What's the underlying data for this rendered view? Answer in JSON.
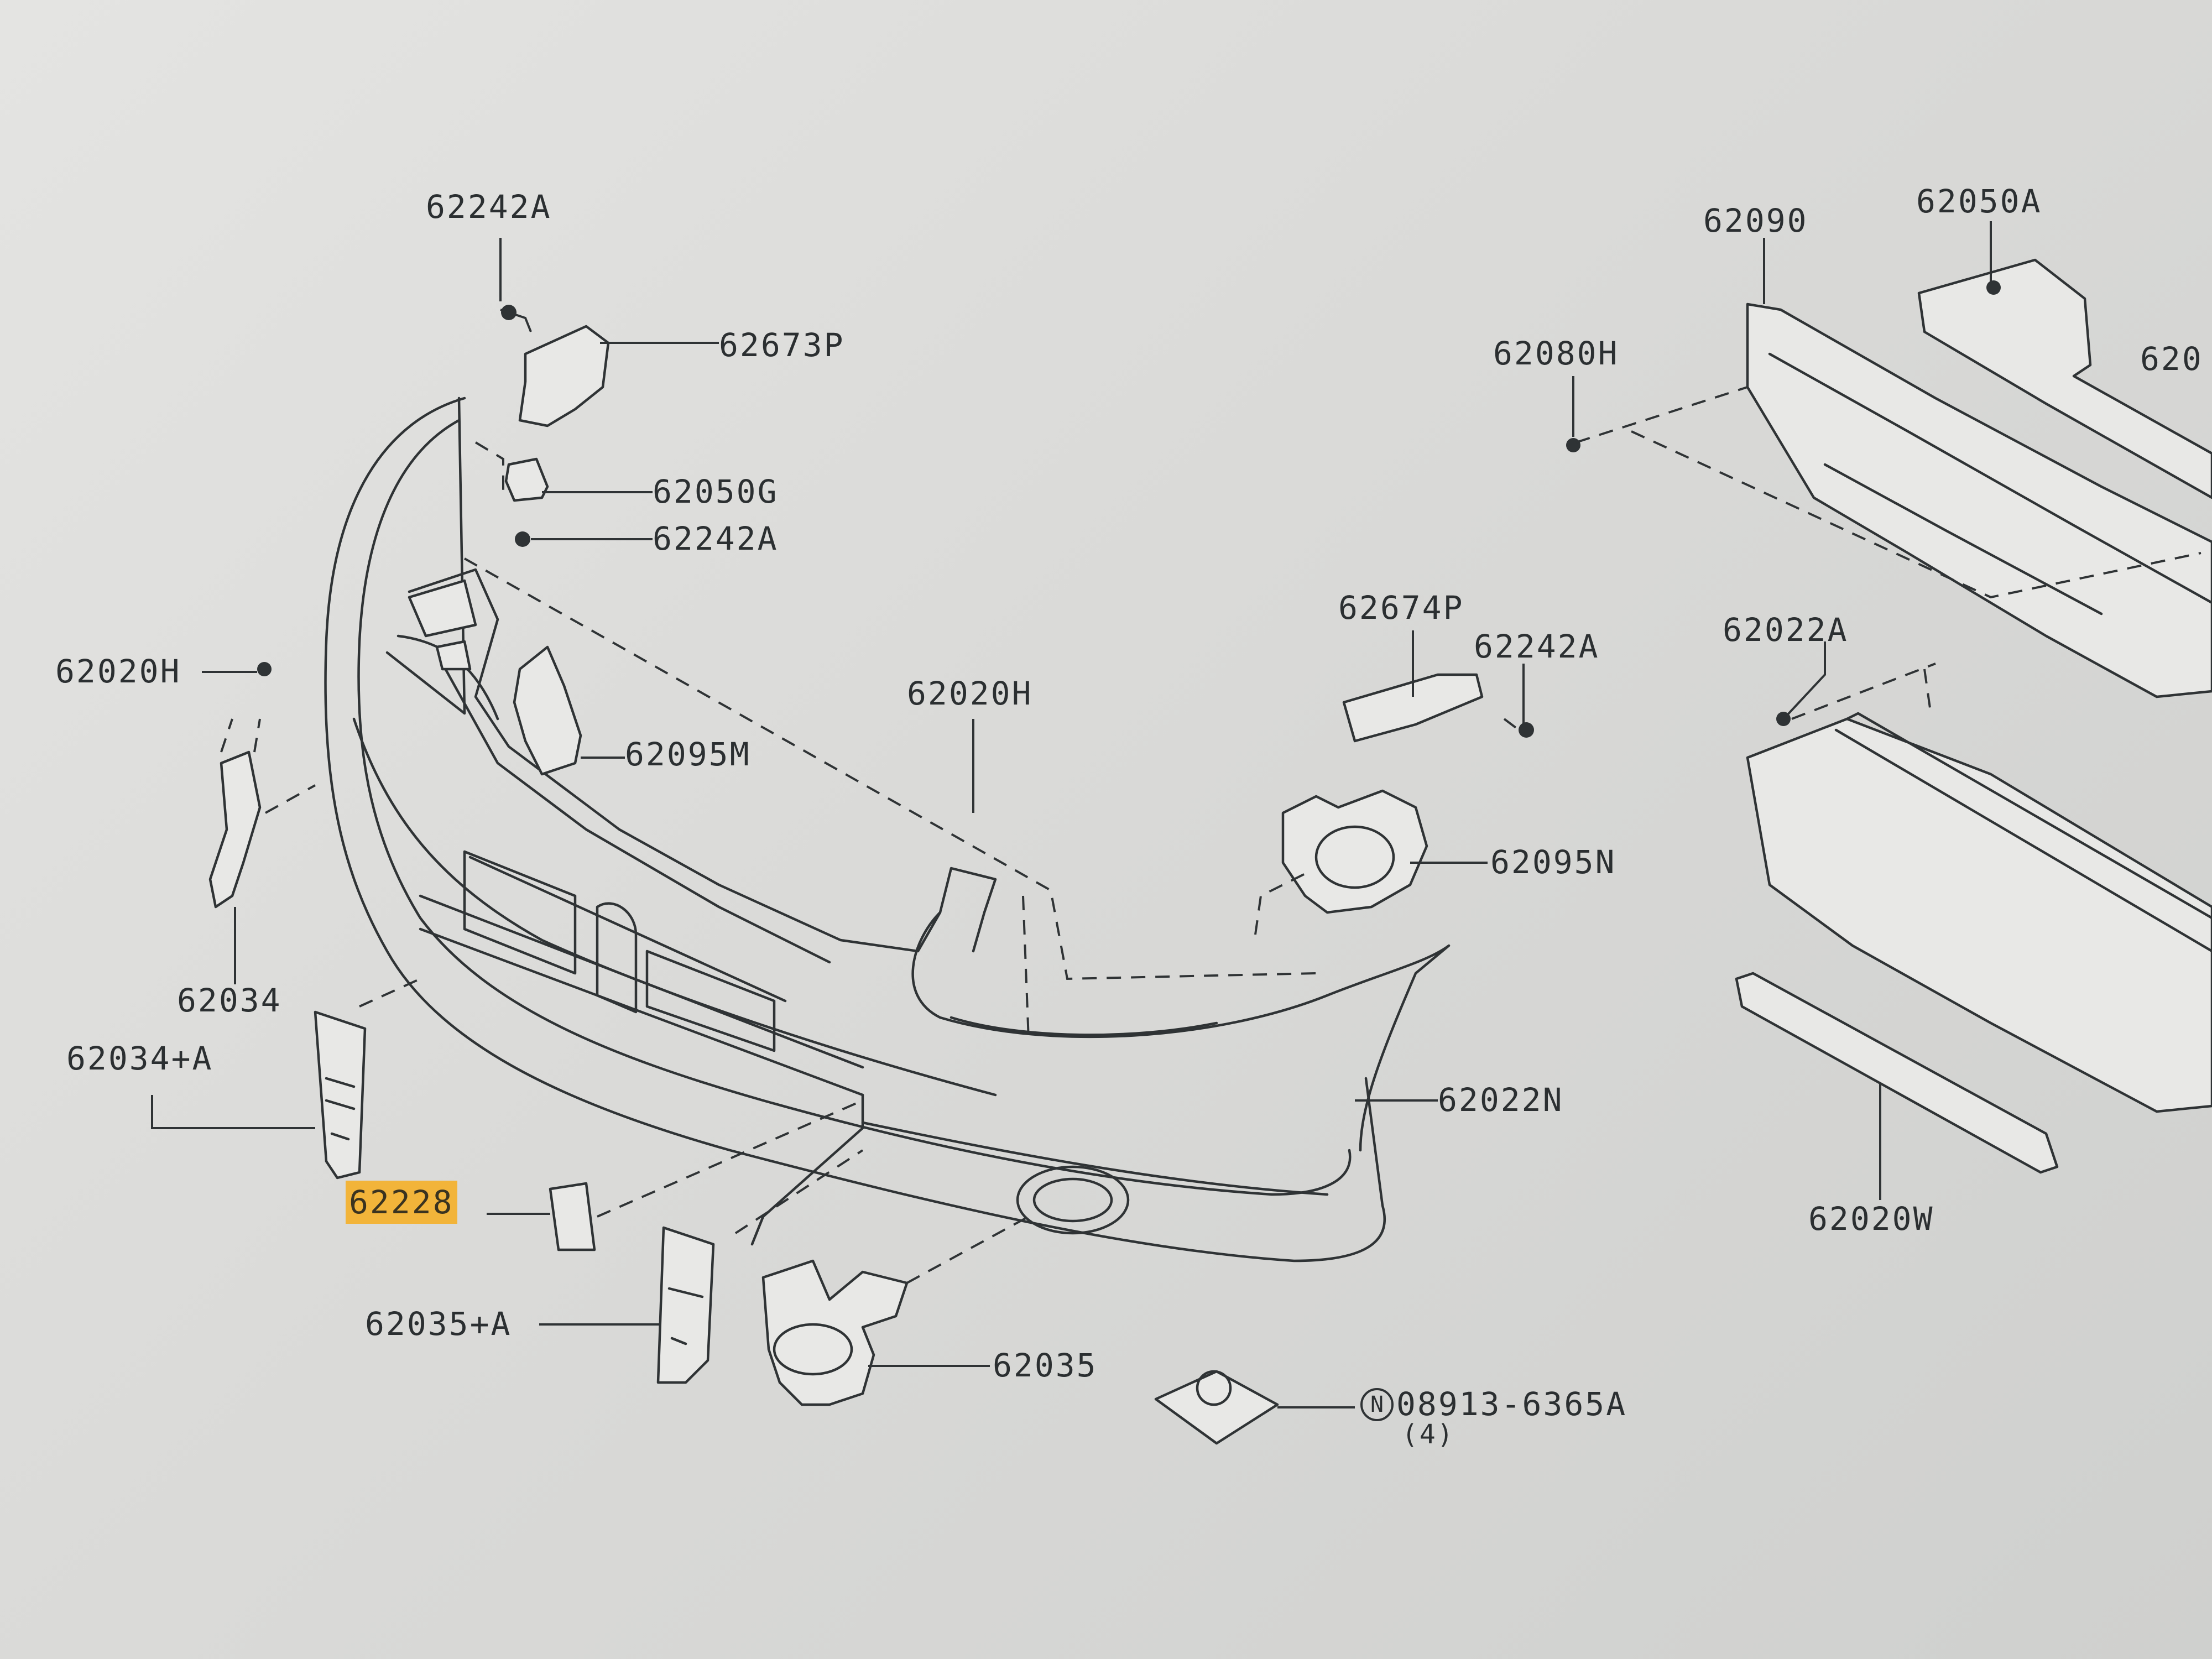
{
  "diagram": {
    "callouts": {
      "c62242a_top": "62242A",
      "c62673p": "62673P",
      "c62050g": "62050G",
      "c62242a_mid": "62242A",
      "c62020h_left": "62020H",
      "c62095m": "62095M",
      "c62020h_center": "62020H",
      "c62034": "62034",
      "c62034a": "62034+A",
      "c62228": "62228",
      "c62035a": "62035+A",
      "c62035": "62035",
      "c62022n": "62022N",
      "c62674p": "62674P",
      "c62242a_right": "62242A",
      "c62095n": "62095N",
      "c08913": "08913-6365A",
      "c08913_qty": "(4)",
      "c62090": "62090",
      "c62050a": "62050A",
      "c62080h": "62080H",
      "c62022a": "62022A",
      "c62020w": "62020W",
      "c620_cut": "620"
    },
    "highlight_color": "#f2b43a",
    "line_color": "#2f3335"
  }
}
